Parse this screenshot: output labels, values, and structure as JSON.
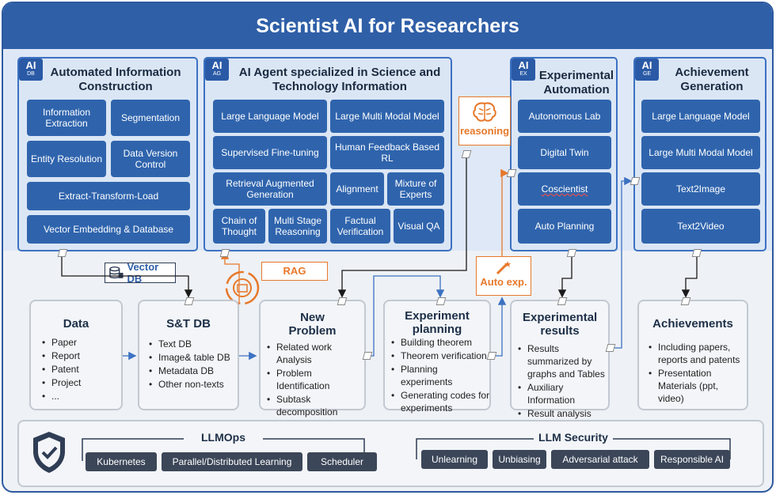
{
  "title": "Scientist AI for Researchers",
  "panels": {
    "db": {
      "badge1": "AI",
      "badge2": "DB",
      "title": "Automated Information Construction",
      "boxes": [
        "Information Extraction",
        "Segmentation",
        "Entity Resolution",
        "Data Version Control",
        "Extract-Transform-Load",
        "Vector Embedding & Database"
      ]
    },
    "ag": {
      "badge1": "AI",
      "badge2": "AG",
      "title": "AI Agent specialized in Science and Technology Information",
      "boxes": [
        "Large Language Model",
        "Large Multi Modal Model",
        "Supervised Fine-tuning",
        "Human Feedback Based RL",
        "Retrieval Augmented Generation",
        "Alignment",
        "Mixture of Experts",
        "Chain of Thought",
        "Multi Stage Reasoning",
        "Factual Verification",
        "Visual QA"
      ]
    },
    "ex": {
      "badge1": "AI",
      "badge2": "EX",
      "title": "Experimental Automation",
      "boxes": [
        "Autonomous Lab",
        "Digital Twin",
        "Coscientist",
        "Auto Planning"
      ]
    },
    "ge": {
      "badge1": "AI",
      "badge2": "GE",
      "title": "Achievement Generation",
      "boxes": [
        "Large Language  Model",
        "Large Multi Modal  Model",
        "Text2Image",
        "Text2Video"
      ]
    }
  },
  "labels": {
    "reasoning": "reasoning",
    "vector_db": "Vector DB",
    "rag": "RAG",
    "auto_exp": "Auto exp."
  },
  "cards": {
    "data": {
      "title": "Data",
      "items": [
        "Paper",
        "Report",
        "Patent",
        "Project",
        "..."
      ]
    },
    "st_db": {
      "title": "S&T DB",
      "items": [
        "Text DB",
        "Image& table DB",
        "Metadata DB",
        "Other non-texts"
      ]
    },
    "new_problem": {
      "title": "New Problem",
      "items": [
        "Related work Analysis",
        "Problem Identification",
        "Subtask decomposition"
      ]
    },
    "exp_planning": {
      "title": "Experiment planning",
      "items": [
        "Building theorem",
        "Theorem verification",
        "Planning experiments",
        "Generating codes for experiments"
      ]
    },
    "exp_results": {
      "title": "Experimental results",
      "items": [
        "Results summarized by graphs and Tables",
        "Auxiliary Information",
        "Result analysis"
      ]
    },
    "achievements": {
      "title": "Achievements",
      "items": [
        "Including papers, reports and patents",
        "Presentation Materials (ppt, video)"
      ]
    }
  },
  "bottom": {
    "llmops": {
      "title": "LLMOps",
      "items": [
        "Kubernetes",
        "Parallel/Distributed Learning",
        "Scheduler"
      ]
    },
    "security": {
      "title": "LLM Security",
      "items": [
        "Unlearning",
        "Unbiasing",
        "Adversarial attack",
        "Responsible AI"
      ]
    }
  },
  "colors": {
    "title_bg": "#2f5fa7",
    "box": "#2f64ad",
    "accent": "#e7782a",
    "pill": "#3b4658"
  },
  "icons": [
    "brain-icon",
    "database-icon",
    "cycle-icon",
    "magic-wand-icon",
    "shield-check-icon"
  ]
}
